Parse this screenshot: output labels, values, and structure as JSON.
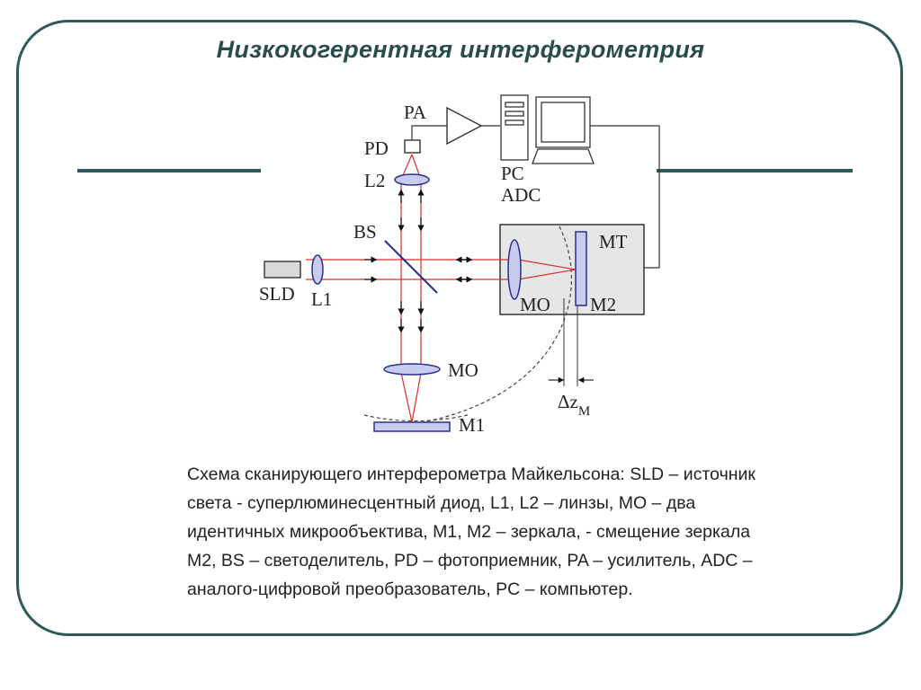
{
  "slide": {
    "title": "Низкокогерентная интерферометрия",
    "caption": "Схема сканирующего интерферометра Майкельсона: SLD – источник света - суперлюминесцентный диод, L1, L2 – линзы, MO – два идентичных микрообъектива, M1, M2 – зеркала, - смещение зеркала M2, BS – светоделитель, PD – фотоприемник, PA – усилитель, ADC – аналого-цифровой преобразователь, PC – компьютер."
  },
  "diagram": {
    "labels": {
      "pa": "PA",
      "pd": "PD",
      "l2": "L2",
      "pc": "PC",
      "adc": "ADC",
      "bs": "BS",
      "mt": "MT",
      "sld": "SLD",
      "l1": "L1",
      "mo_ref": "MO",
      "m2": "M2",
      "mo_bottom": "MO",
      "m1": "M1",
      "delta_z": "Δz",
      "delta_z_sub": "M"
    },
    "colors": {
      "frame": "#2f5a5a",
      "title": "#2b4c4c",
      "beam": "#d9302c",
      "lens_fill": "#c8cdf0",
      "lens_stroke": "#2a2f8e",
      "stage_fill": "#e6e6e6"
    }
  }
}
